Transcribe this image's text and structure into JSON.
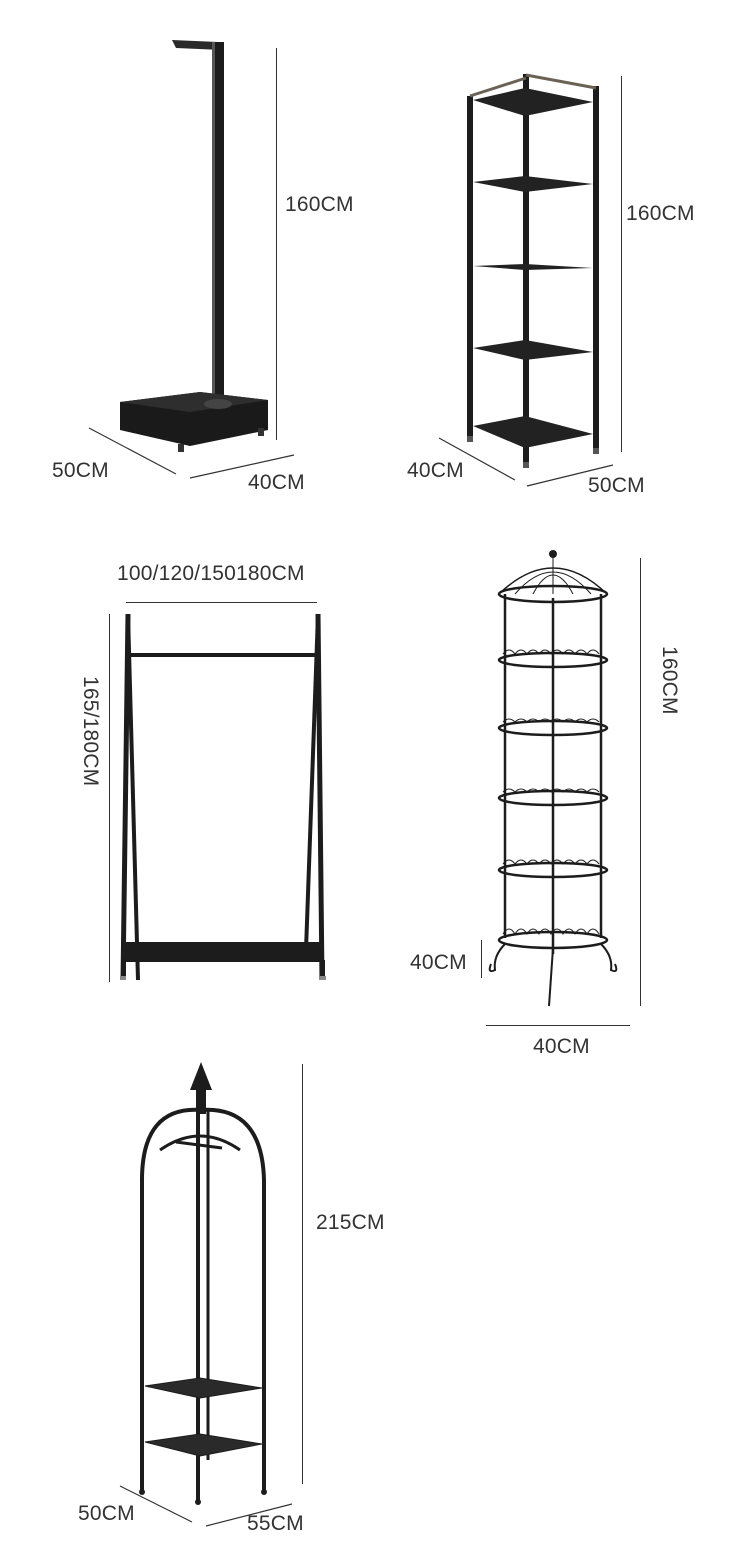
{
  "products": [
    {
      "name": "single-pole-rack",
      "height_label": "160CM",
      "depth_label": "50CM",
      "width_label": "40CM"
    },
    {
      "name": "five-tier-shelf",
      "height_label": "160CM",
      "depth_label": "40CM",
      "width_label": "50CM"
    },
    {
      "name": "a-frame-clothes-rack",
      "width_label": "100/120/150180CM",
      "height_label": "165/180CM"
    },
    {
      "name": "round-ornate-tower",
      "height_label": "160CM",
      "leg_label": "40CM",
      "width_label": "40CM"
    },
    {
      "name": "arched-coat-stand",
      "height_label": "215CM",
      "depth_label": "50CM",
      "width_label": "55CM"
    }
  ],
  "colors": {
    "metal": "#1c1c1c",
    "dim_line": "#333333",
    "text": "#333333"
  }
}
